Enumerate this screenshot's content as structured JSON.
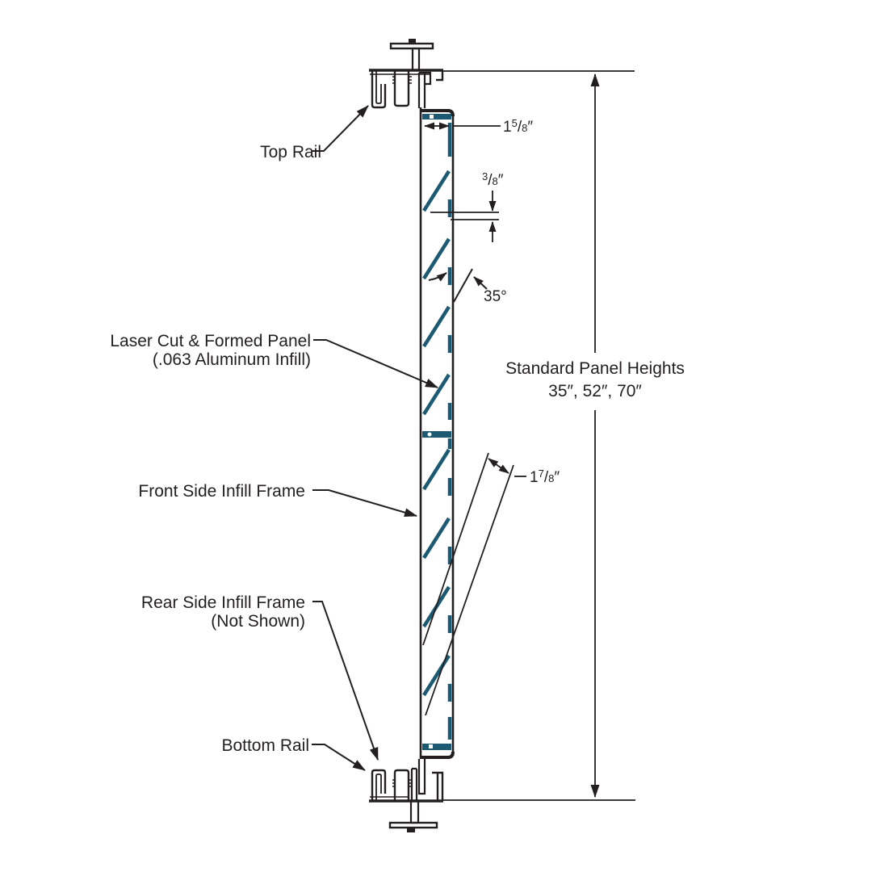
{
  "colors": {
    "line": "#231f20",
    "accent_teal": "#1b5a72",
    "background": "#ffffff"
  },
  "diagram": {
    "callouts": {
      "top_rail": "Top Rail",
      "laser_cut_line1": "Laser Cut & Formed Panel",
      "laser_cut_line2": "(.063 Aluminum Infill)",
      "front_frame": "Front Side Infill Frame",
      "rear_frame_line1": "Rear Side Infill Frame",
      "rear_frame_line2": "(Not Shown)",
      "bottom_rail": "Bottom Rail"
    },
    "panel_heights": {
      "title": "Standard Panel Heights",
      "values": "35″, 52″, 70″"
    },
    "dimensions": {
      "panel_depth": {
        "whole": "1",
        "numerator": "5",
        "slash": "/",
        "denominator": "8",
        "unit": "″"
      },
      "louver_gap": {
        "numerator": "3",
        "slash": "/",
        "denominator": "8",
        "unit": "″"
      },
      "louver_angle": "35°",
      "louver_pitch": {
        "whole": "1",
        "numerator": "7",
        "slash": "/",
        "denominator": "8",
        "unit": "″"
      }
    }
  }
}
